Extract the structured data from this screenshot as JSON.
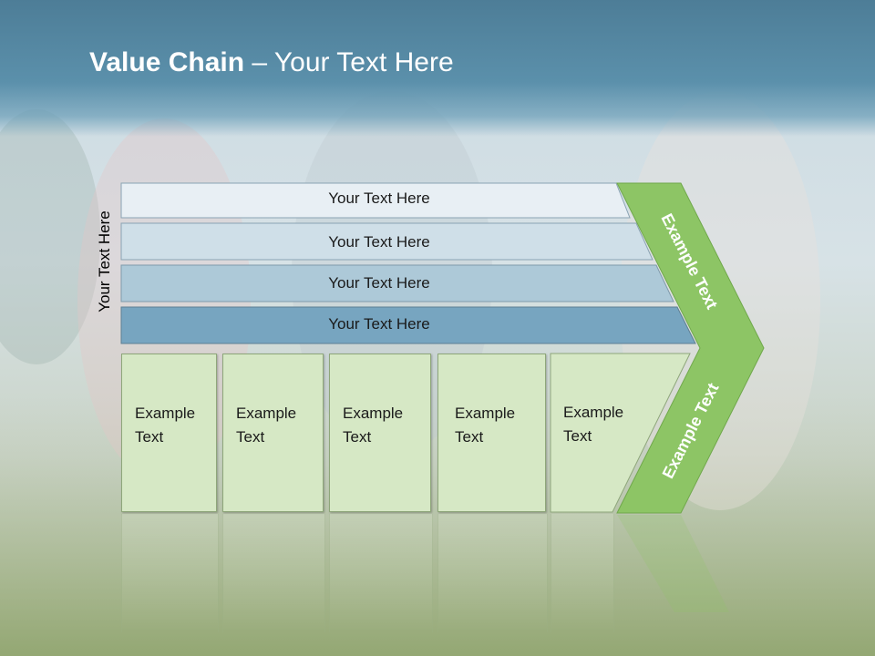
{
  "title": {
    "bold": "Value Chain",
    "rest": " – Your Text Here"
  },
  "side_label": "Your Text Here",
  "rows": [
    {
      "label": "Your Text Here",
      "color": "#e8eff4"
    },
    {
      "label": "Your Text Here",
      "color": "#cfdfe8"
    },
    {
      "label": "Your Text Here",
      "color": "#adc9d8"
    },
    {
      "label": "Your Text Here",
      "color": "#77a5c0"
    }
  ],
  "boxes": [
    {
      "line1": "Example",
      "line2": "Text"
    },
    {
      "line1": "Example",
      "line2": "Text"
    },
    {
      "line1": "Example",
      "line2": "Text"
    },
    {
      "line1": "Example",
      "line2": "Text"
    },
    {
      "line1": "Example",
      "line2": "Text"
    }
  ],
  "arrow_top_label": "Example Text",
  "arrow_bottom_label": "Example Text",
  "colors": {
    "arrow_green": "#8dc565",
    "box_green": "#d6e8c5",
    "title_band": "#5b90ab"
  }
}
